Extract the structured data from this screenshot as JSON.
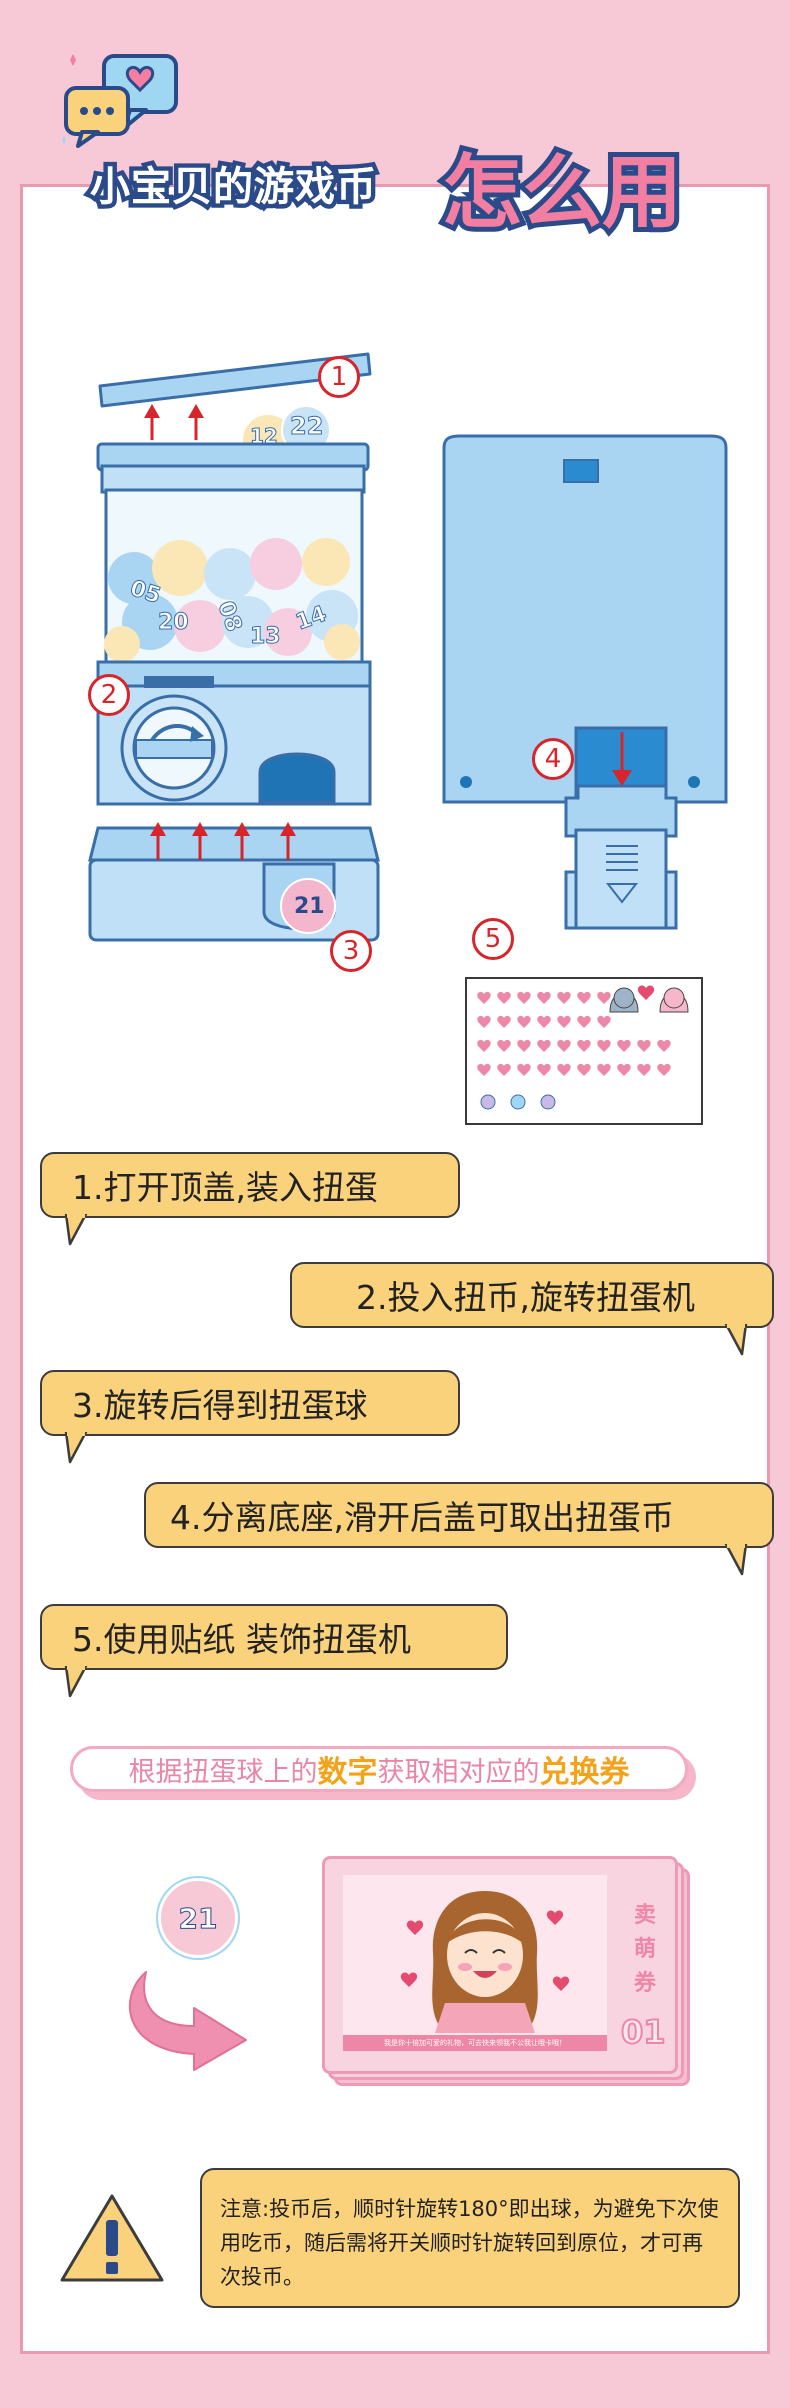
{
  "title": {
    "part1": "小宝贝的游戏币",
    "part2": "怎么用"
  },
  "diagram": {
    "markers": [
      "1",
      "2",
      "3",
      "4",
      "5"
    ],
    "ball_numbers": [
      "05",
      "20",
      "08",
      "13",
      "14",
      "12",
      "22"
    ],
    "output_ball": "21"
  },
  "steps": [
    "1.打开顶盖,装入扭蛋",
    "2.投入扭币,旋转扭蛋机",
    "3.旋转后得到扭蛋球",
    "4.分离底座,滑开后盖可取出扭蛋币",
    "5.使用贴纸 装饰扭蛋机"
  ],
  "exchange": {
    "prefix": "根据扭蛋球上的",
    "hl1": "数字",
    "middle": "获取相对应的",
    "hl2": "兑换券"
  },
  "example_ball": "21",
  "coupon": {
    "vertical_title": [
      "卖",
      "萌",
      "券"
    ],
    "number": "01",
    "caption": "我是你十倍加可爱的礼物，可去快来领我不公我让哦卡哦！"
  },
  "note": "注意:投币后，顺时针旋转180°即出球，为避免下次使用吃币，随后需将开关顺时针旋转回到原位，才可再次投币。",
  "colors": {
    "pink_bg": "#f7c9d6",
    "machine_blue": "#a9d4f2",
    "outline_blue": "#3a6ea8",
    "bubble_yellow": "#fbd27c",
    "accent_pink": "#f27ea1",
    "arrow_red": "#d8242b"
  }
}
